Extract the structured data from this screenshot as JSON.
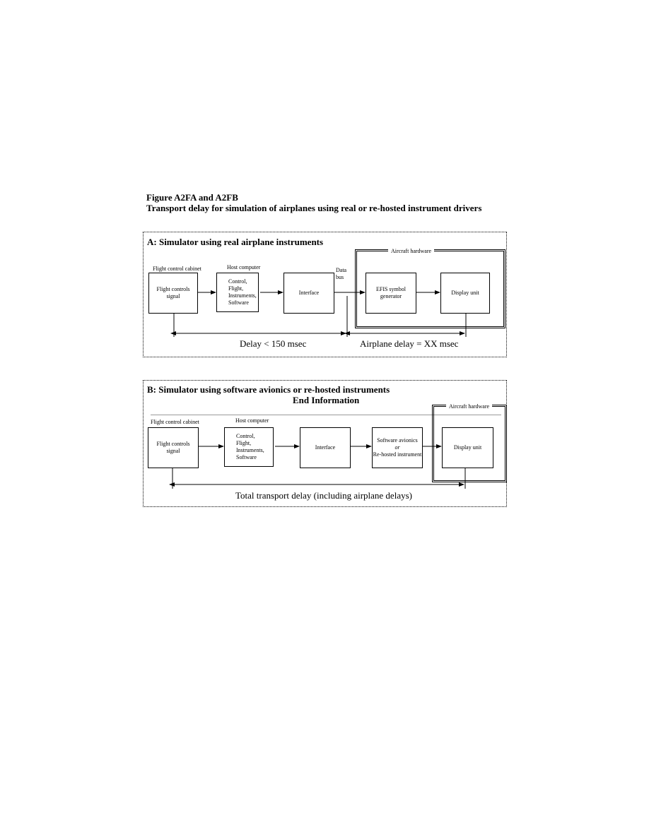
{
  "figure": {
    "title_line1": "Figure A2FA and A2FB",
    "title_line2": "Transport delay for simulation of airplanes using real or re-hosted instrument drivers"
  },
  "panel_a": {
    "title": "A:  Simulator using real airplane instruments",
    "aircraft_hardware": "Aircraft hardware",
    "flight_control_cabinet": "Flight control cabinet",
    "host_computer": "Host computer",
    "data_bus_line1": "Data",
    "data_bus_line2": "bus",
    "box_flight_controls_line1": "Flight controls",
    "box_flight_controls_line2": "signal",
    "box_host_line1": "Control,",
    "box_host_line2": "Flight,",
    "box_host_line3": "Instruments,",
    "box_host_line4": "Software",
    "box_interface": "Interface",
    "box_efis_line1": "EFIS symbol",
    "box_efis_line2": "generator",
    "box_display": "Display unit",
    "delay_left": "Delay < 150 msec",
    "delay_right": "Airplane delay = XX msec"
  },
  "panel_b": {
    "title": "B:  Simulator using software avionics or re-hosted instruments",
    "end_information": "End Information",
    "aircraft_hardware": "Aircraft hardware",
    "flight_control_cabinet": "Flight control cabinet",
    "host_computer": "Host computer",
    "box_flight_controls_line1": "Flight controls",
    "box_flight_controls_line2": "signal",
    "box_host_line1": "Control,",
    "box_host_line2": "Flight,",
    "box_host_line3": "Instruments,",
    "box_host_line4": "Software",
    "box_interface": "Interface",
    "box_software_line1": "Software avionics",
    "box_software_line2": "or",
    "box_software_line3": "Re-hosted instrument",
    "box_display": "Display unit",
    "delay_total": "Total transport delay (including airplane delays)"
  }
}
